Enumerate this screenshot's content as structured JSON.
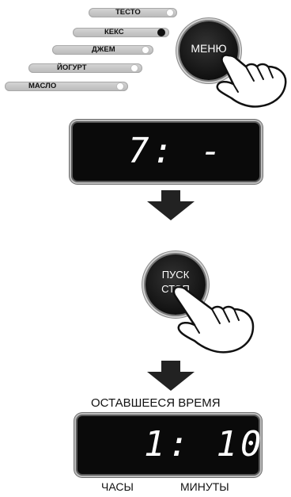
{
  "menu": {
    "options": [
      {
        "label": "ТЕСТО",
        "selected": false
      },
      {
        "label": "КЕКС",
        "selected": true
      },
      {
        "label": "ДЖЕМ",
        "selected": false
      },
      {
        "label": "ЙОГУРТ",
        "selected": false
      },
      {
        "label": "МАСЛО",
        "selected": false
      }
    ]
  },
  "menu_button": {
    "label": "МЕНЮ"
  },
  "display_top": {
    "value": "7: -"
  },
  "start_stop_button": {
    "line1": "ПУСК",
    "line2": "СТОП"
  },
  "remaining": {
    "title": "ОСТАВШЕЕСЯ ВРЕМЯ",
    "value": "1: 10",
    "hours_label": "ЧАСЫ",
    "minutes_label": "МИНУТЫ"
  },
  "icons": {
    "hand": "pointing-hand-icon",
    "arrow": "arrow-down-icon"
  },
  "colors": {
    "display_bg": "#0a0a0a",
    "display_text": "#ffffff",
    "pill": "#c8c8c8",
    "selected_dot": "#111111"
  }
}
